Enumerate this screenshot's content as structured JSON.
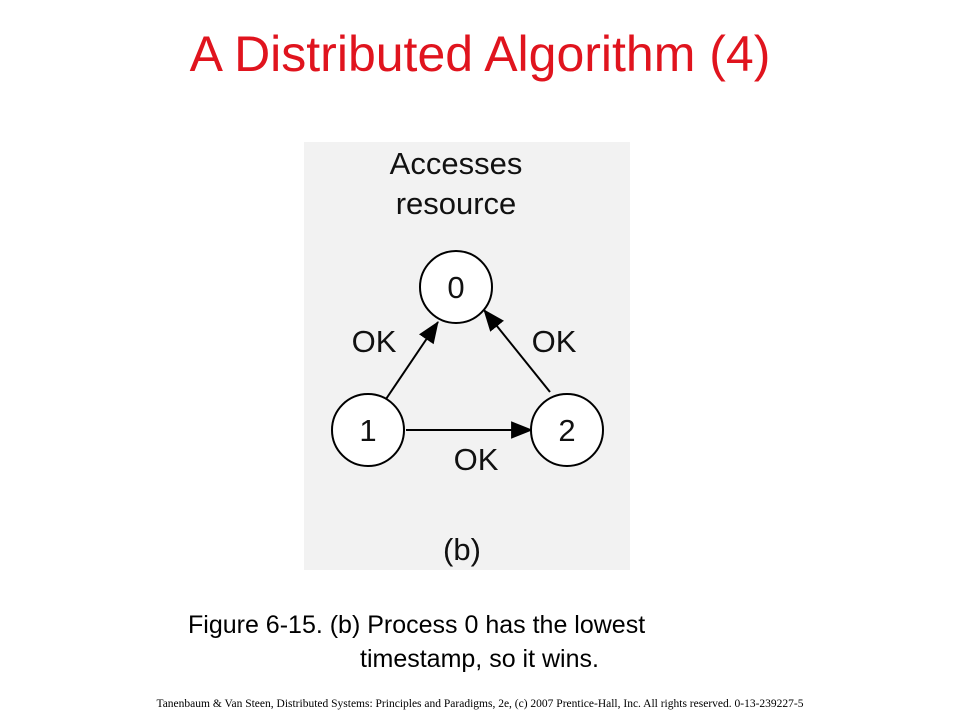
{
  "slide": {
    "title": "A Distributed Algorithm (4)",
    "title_color": "#e0141e"
  },
  "diagram": {
    "panel_background": "#f2f2f2",
    "node_fill": "#ffffff",
    "stroke_color": "#000000",
    "header_line1": "Accesses",
    "header_line2": "resource",
    "nodes": [
      "0",
      "1",
      "2"
    ],
    "edges": [
      {
        "from": "1",
        "to": "0",
        "label": "OK"
      },
      {
        "from": "2",
        "to": "0",
        "label": "OK"
      },
      {
        "from": "1",
        "to": "2",
        "label": "OK"
      }
    ],
    "panel_label": "(b)"
  },
  "caption": {
    "line1": "Figure 6-15. (b) Process 0 has the lowest",
    "line2": "timestamp, so it wins."
  },
  "footer": {
    "text": "Tanenbaum & Van Steen, Distributed Systems: Principles and Paradigms, 2e, (c) 2007 Prentice-Hall, Inc. All rights reserved. 0-13-239227-5"
  }
}
